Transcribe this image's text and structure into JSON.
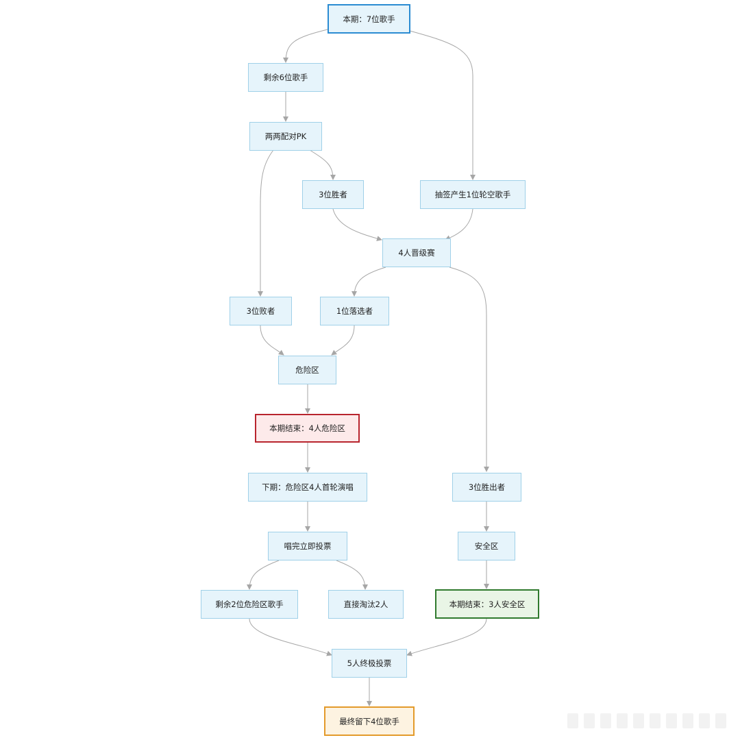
{
  "nodes": {
    "start": "本期：7位歌手",
    "remaining6": "剩余6位歌手",
    "pair_pk": "两两配对PK",
    "winners3": "3位胜者",
    "bye": "抽签产生1位轮空歌手",
    "promo4": "4人晋级赛",
    "losers3": "3位败者",
    "eliminated1": "1位落选者",
    "danger_zone": "危险区",
    "end_danger": "本期结束：4人危险区",
    "next_period": "下期：危险区4人首轮演唱",
    "vote_after": "唱完立即投票",
    "remaining2": "剩余2位危险区歌手",
    "direct_out": "直接淘汰2人",
    "final_vote5": "5人终极投票",
    "final4": "最终留下4位歌手",
    "win3_out": "3位胜出者",
    "safe_zone": "安全区",
    "end_safe": "本期结束：3人安全区"
  }
}
